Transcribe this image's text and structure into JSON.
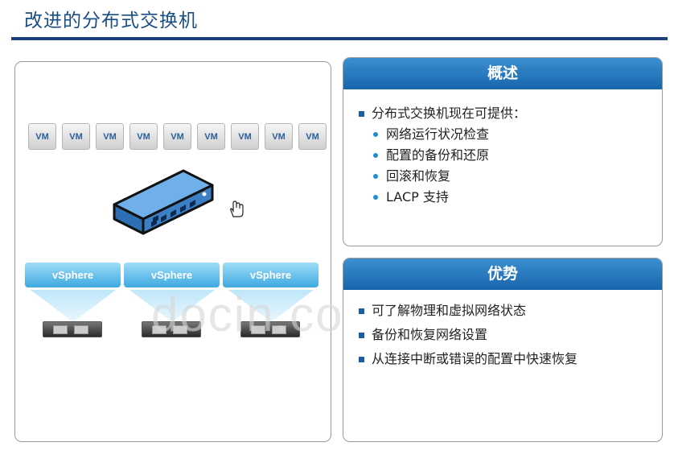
{
  "slide": {
    "title": "改进的分布式交换机",
    "diagram": {
      "vm_labels": [
        "VM",
        "VM",
        "VM",
        "VM",
        "VM",
        "VM",
        "VM",
        "VM",
        "VM"
      ],
      "host_labels": [
        "vSphere",
        "vSphere",
        "vSphere"
      ],
      "watermark": "docin.com"
    },
    "overview": {
      "header": "概述",
      "intro": "分布式交换机现在可提供：",
      "items": [
        "网络运行状况检查",
        "配置的备份和还原",
        "回滚和恢复",
        "LACP 支持"
      ]
    },
    "advantages": {
      "header": "优势",
      "items": [
        "可了解物理和虚拟网络状态",
        "备份和恢复网络设置",
        "从连接中断或错误的配置中快速恢复"
      ]
    }
  },
  "colors": {
    "title": "#1a4e86",
    "rule": "#1b3f78",
    "header_bg": "#1765ad",
    "switch": "#3d7fc4",
    "vsphere": "#3ea9e0"
  }
}
